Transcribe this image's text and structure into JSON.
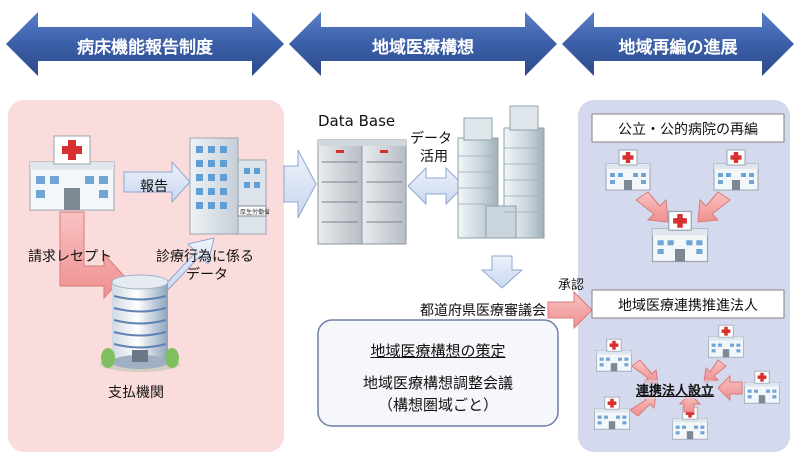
{
  "header": {
    "left": "病床機能報告制度",
    "center": "地域医療構想",
    "right": "地域再編の進展"
  },
  "left_panel": {
    "report_label": "報告",
    "receipt_label": "請求レセプト",
    "medical_data_line1": "診療行為に係る",
    "medical_data_line2": "データ",
    "payer_label": "支払機関",
    "building_sign": "厚生労働省"
  },
  "center_panel": {
    "database_label": "Data Base",
    "data_use_line1": "データ",
    "data_use_line2": "活用",
    "council_label": "都道府県医療審議会",
    "strategy_title": "地域医療構想の策定",
    "adjust_line1": "地域医療構想調整会議",
    "adjust_line2": "（構想圏域ごと）"
  },
  "right_panel": {
    "public_hospitals": "公立・公的病院の再編",
    "approval_label": "承認",
    "coop_corp": "地域医療連携推進法人",
    "coop_setup": "連携法人設立"
  },
  "colors": {
    "header_arrow": "#3b5fa8",
    "left_bg": "#fadcdc",
    "right_bg": "#d4d9ed",
    "pink_arrow": "#f4a6a6",
    "blue_arrow": "#dce5f5",
    "cross_red": "#d63030"
  }
}
